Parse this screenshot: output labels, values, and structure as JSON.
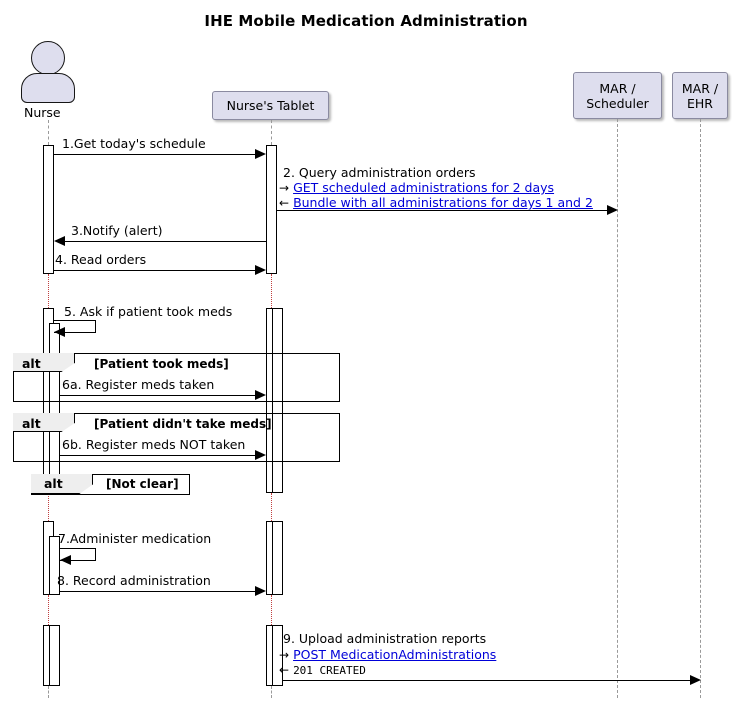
{
  "diagram": {
    "title": "IHE Mobile Medication Administration",
    "type": "uml-sequence-diagram"
  },
  "participants": [
    {
      "id": "nurse",
      "label": "Nurse",
      "kind": "actor"
    },
    {
      "id": "tablet",
      "label": "Nurse's Tablet",
      "kind": "participant"
    },
    {
      "id": "scheduler",
      "label_line1": "MAR /",
      "label_line2": "Scheduler",
      "kind": "participant"
    },
    {
      "id": "ehr",
      "label_line1": "MAR /",
      "label_line2": "EHR",
      "kind": "participant"
    }
  ],
  "messages": [
    {
      "num": "1",
      "label": "1.Get today's schedule",
      "from": "nurse",
      "to": "tablet"
    },
    {
      "num": "2",
      "label": "2. Query administration orders",
      "request": "GET scheduled administrations for 2 days",
      "response": "Bundle with all administrations for days 1 and 2",
      "request_arrow": "→",
      "response_arrow": "←",
      "from": "tablet",
      "to": "scheduler"
    },
    {
      "num": "3",
      "label": "3.Notify (alert)",
      "from": "tablet",
      "to": "nurse"
    },
    {
      "num": "4",
      "label": "4. Read orders",
      "from": "nurse",
      "to": "tablet"
    },
    {
      "num": "5",
      "label": "5. Ask if patient took meds",
      "from": "nurse",
      "to": "nurse"
    },
    {
      "num": "6a",
      "label": "6a. Register meds taken",
      "from": "nurse",
      "to": "tablet"
    },
    {
      "num": "6b",
      "label": "6b. Register meds NOT taken",
      "from": "nurse",
      "to": "tablet"
    },
    {
      "num": "7",
      "label": "7.Administer medication",
      "from": "nurse",
      "to": "nurse"
    },
    {
      "num": "8",
      "label": "8. Record administration",
      "from": "nurse",
      "to": "tablet"
    },
    {
      "num": "9",
      "label": "9. Upload administration reports",
      "request": "POST MedicationAdministrations",
      "response": "201  CREATED",
      "request_arrow": "→",
      "response_arrow": "←",
      "from": "tablet",
      "to": "ehr"
    }
  ],
  "alt_blocks": [
    {
      "keyword": "alt",
      "condition": "[Patient took meds]"
    },
    {
      "keyword": "alt",
      "condition": "[Patient didn't take meds]"
    },
    {
      "keyword": "alt",
      "condition": "[Not clear]"
    }
  ],
  "colors": {
    "participant_fill": "#DEDEEE",
    "participant_border": "#8A8AA0",
    "link": "#0000D8",
    "lifeline_dashed": "#9A9A9A",
    "lifeline_dotted": "#C04040",
    "alt_tab_fill": "#EEEEEE",
    "line": "#000000",
    "background": "#FFFFFF"
  }
}
